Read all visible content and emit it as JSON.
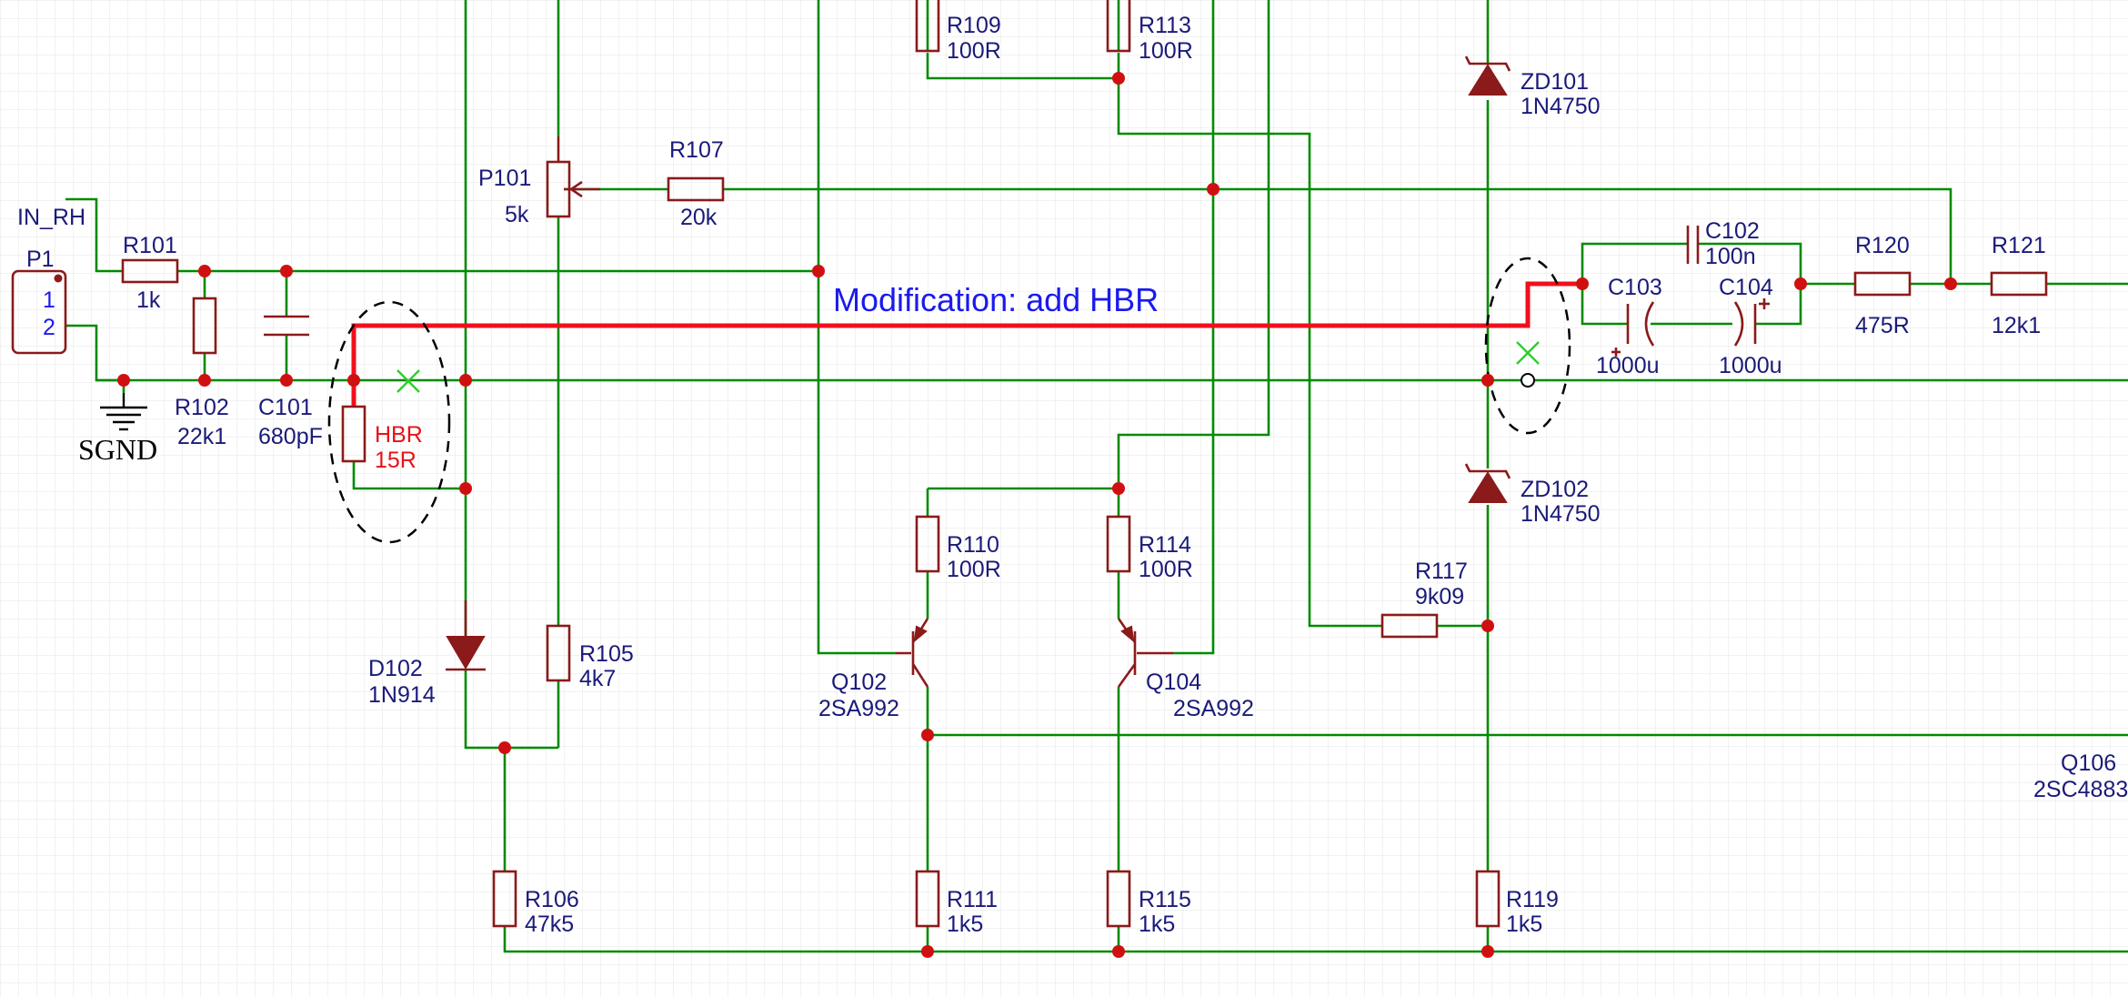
{
  "annotation": "Modification: add HBR",
  "ground": "SGND",
  "net_label": "IN_RH",
  "connector": {
    "ref": "P1",
    "pin1": "1",
    "pin2": "2"
  },
  "components": {
    "r101": {
      "ref": "R101",
      "value": "1k"
    },
    "r102": {
      "ref": "R102",
      "value": "22k1"
    },
    "c101": {
      "ref": "C101",
      "value": "680pF"
    },
    "hbr": {
      "ref": "HBR",
      "value": "15R"
    },
    "p101": {
      "ref": "P101",
      "value": "5k"
    },
    "r107": {
      "ref": "R107",
      "value": "20k"
    },
    "d102": {
      "ref": "D102",
      "value": "1N914"
    },
    "r105": {
      "ref": "R105",
      "value": "4k7"
    },
    "r106": {
      "ref": "R106",
      "value": "47k5"
    },
    "r109": {
      "ref": "R109",
      "value": "100R"
    },
    "r113": {
      "ref": "R113",
      "value": "100R"
    },
    "r110": {
      "ref": "R110",
      "value": "100R"
    },
    "r114": {
      "ref": "R114",
      "value": "100R"
    },
    "q102": {
      "ref": "Q102",
      "value": "2SA992"
    },
    "q104": {
      "ref": "Q104",
      "value": "2SA992"
    },
    "r111": {
      "ref": "R111",
      "value": "1k5"
    },
    "r115": {
      "ref": "R115",
      "value": "1k5"
    },
    "zd101": {
      "ref": "ZD101",
      "value": "1N4750"
    },
    "zd102": {
      "ref": "ZD102",
      "value": "1N4750"
    },
    "r117": {
      "ref": "R117",
      "value": "9k09"
    },
    "r119": {
      "ref": "R119",
      "value": "1k5"
    },
    "c102": {
      "ref": "C102",
      "value": "100n"
    },
    "c103": {
      "ref": "C103",
      "value": "1000u"
    },
    "c104": {
      "ref": "C104",
      "value": "1000u"
    },
    "r120": {
      "ref": "R120",
      "value": "475R"
    },
    "r121": {
      "ref": "R121",
      "value": "12k1"
    },
    "q106": {
      "ref": "Q106",
      "value": "2SC4883"
    }
  },
  "colors": {
    "background": "#ffffff",
    "grid": "#e6e6e6",
    "wire": "#008a00",
    "component": "#8b1a1a",
    "junction": "#d01010",
    "modification": "#f0101c",
    "label": "#1a1a7a",
    "annotation": "#1a1aee"
  }
}
